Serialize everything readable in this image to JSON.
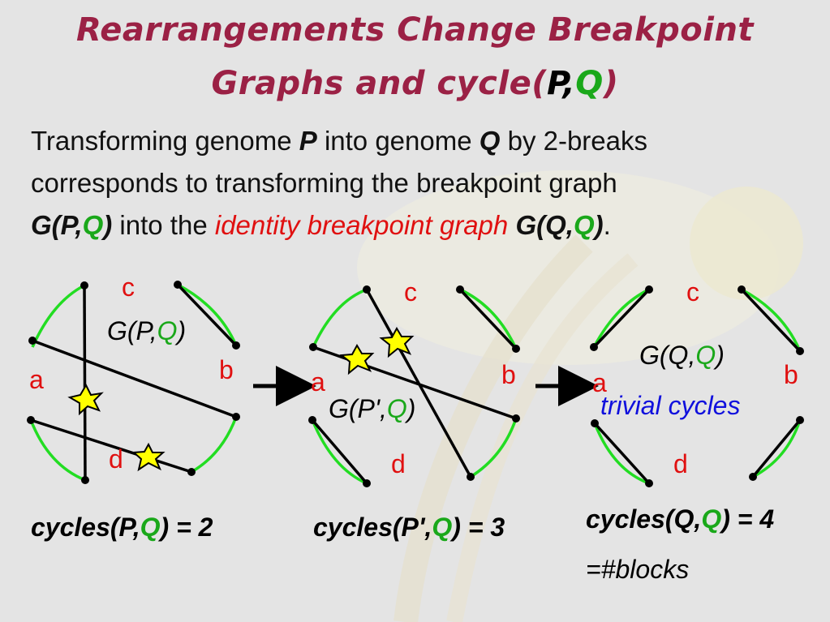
{
  "title": {
    "line1": "Rearrangements Change Breakpoint",
    "line2_pre": "Graphs and cycle(",
    "p": "P",
    "comma": ",",
    "q": "Q",
    "close": ")"
  },
  "intro": {
    "t1": "Transforming genome ",
    "p": "P",
    "t2": " into genome ",
    "q": "Q",
    "t3": " by 2-breaks",
    "t4": "corresponds to transforming  the breakpoint graph",
    "g_pre": "G(P,",
    "g_q": "Q",
    "g_close": ")",
    "t5": " into the ",
    "identity": "identity breakpoint graph",
    "t6": " ",
    "gq_pre": "G(Q,",
    "gq_q": "Q",
    "gq_close": ")",
    "period": "."
  },
  "graphs": [
    {
      "name_pre": "G(P,",
      "name_q": "Q",
      "name_close": ")",
      "cycles_pre": "cycles(P,",
      "cycles_q": "Q",
      "cycles_post": ") = 2"
    },
    {
      "name_pre": "G(P',",
      "name_q": "Q",
      "name_close": ")",
      "cycles_pre": "cycles(P',",
      "cycles_q": "Q",
      "cycles_post": ") = 3"
    },
    {
      "name_pre": "G(Q,",
      "name_q": "Q",
      "name_close": ")",
      "cycles_pre": "cycles(Q,",
      "cycles_q": "Q",
      "cycles_post": ") = 4"
    }
  ],
  "labels": {
    "a": "a",
    "b": "b",
    "c": "c",
    "d": "d"
  },
  "trivial": "trivial cycles",
  "blocks": "=#blocks",
  "colors": {
    "title": "#9b2145",
    "green_edge": "#22dd22",
    "black_edge": "#000000",
    "star": "#ffff00",
    "label": "#e01010",
    "trivial": "#1010dd"
  }
}
